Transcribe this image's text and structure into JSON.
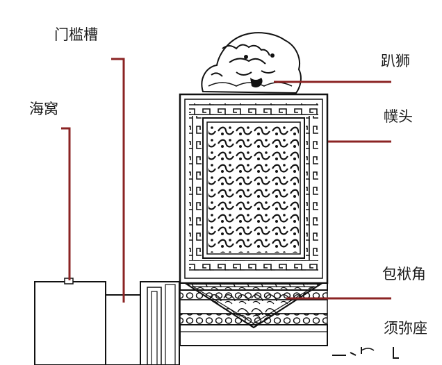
{
  "labels": {
    "menkancao": "门槛槽",
    "haiwo": "海窝",
    "pashi": "趴狮",
    "putou": "幞头",
    "baofujiao": "包袱角",
    "xumizuo": "须弥座"
  },
  "colors": {
    "leader": "#8b2323",
    "ink": "#111111",
    "background": "#ffffff"
  }
}
